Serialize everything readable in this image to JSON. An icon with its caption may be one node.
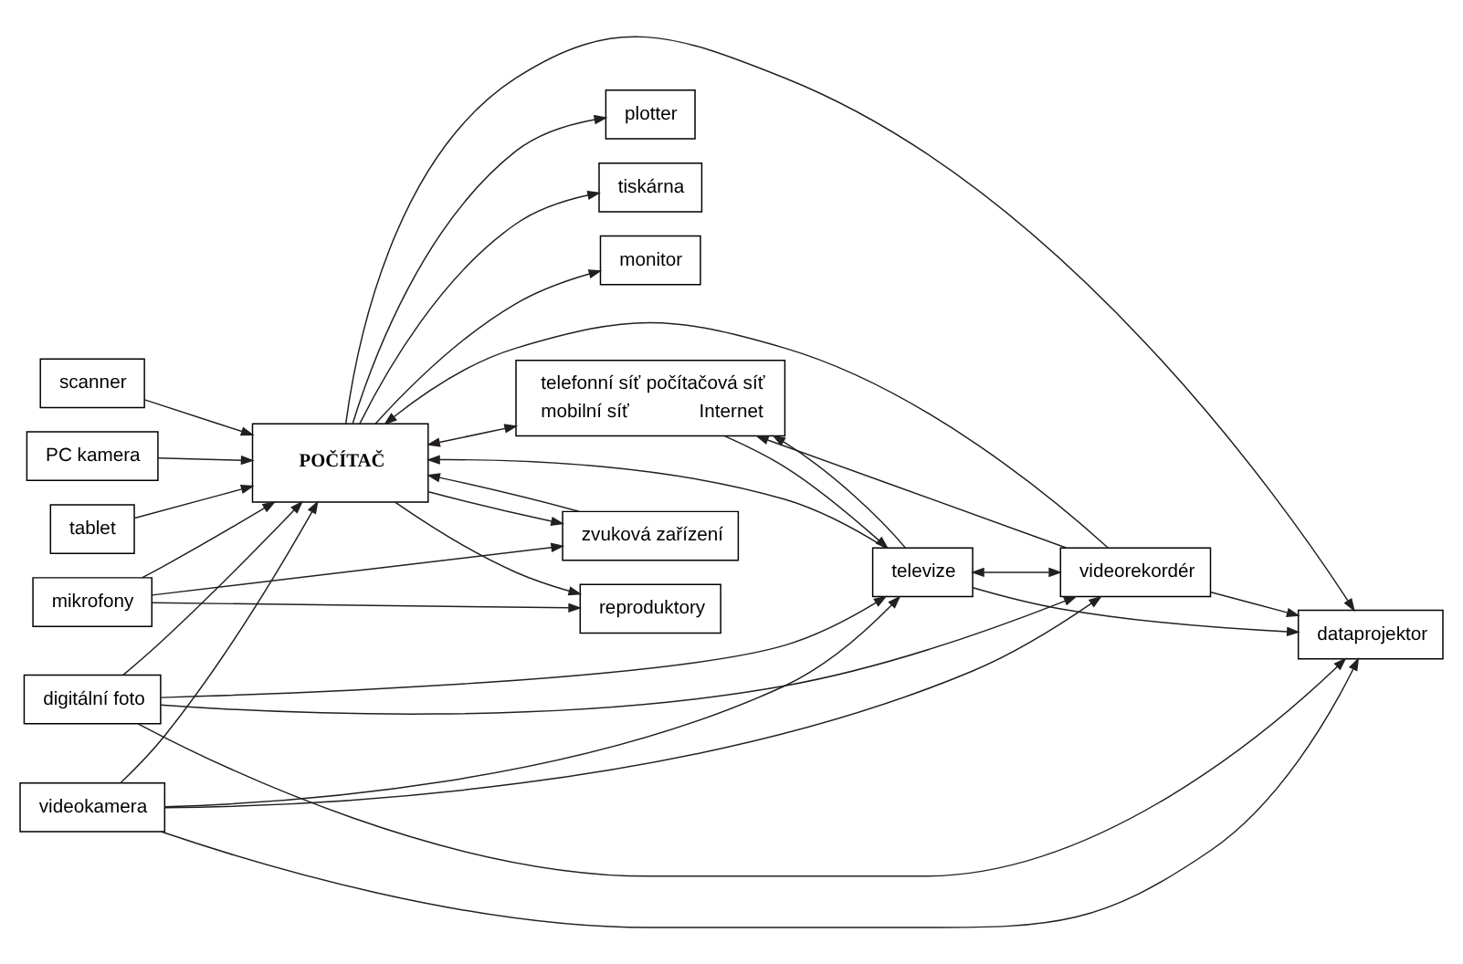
{
  "diagram": {
    "nodes": [
      {
        "text": [
          "plotter"
        ]
      },
      {
        "text": [
          "tiskárna"
        ]
      },
      {
        "text": [
          "monitor"
        ]
      },
      {
        "text": [
          "POČÍTAČ"
        ]
      },
      {
        "text": [
          "scanner"
        ]
      },
      {
        "text": [
          "PC kamera"
        ]
      },
      {
        "text": [
          "tablet"
        ]
      },
      {
        "text": [
          "dataprojektor"
        ]
      },
      {
        "text": [
          "reproduktory"
        ]
      },
      {
        "text": [
          "zvuková zařízení"
        ]
      },
      {
        "text": [
          "mikrofony"
        ]
      },
      {
        "text": [
          "digitální foto"
        ]
      },
      {
        "text": [
          "televize"
        ]
      },
      {
        "text": [
          "videorekordér"
        ]
      },
      {
        "text": [
          "videokamera"
        ]
      },
      {
        "text": [
          "telefonní síť",
          "počítačová síť",
          "mobilní síť",
          "Internet"
        ]
      }
    ],
    "edges": [
      {
        "from": 3,
        "to": 0,
        "arrow": "to"
      },
      {
        "from": 3,
        "to": 1,
        "arrow": "to"
      },
      {
        "from": 3,
        "to": 2,
        "arrow": "to"
      },
      {
        "from": 4,
        "to": 3,
        "arrow": "to"
      },
      {
        "from": 5,
        "to": 3,
        "arrow": "to"
      },
      {
        "from": 6,
        "to": 3,
        "arrow": "to"
      },
      {
        "from": 3,
        "to": 7,
        "arrow": "to"
      },
      {
        "from": 3,
        "to": 8,
        "arrow": "to"
      },
      {
        "from": 3,
        "to": 9,
        "arrow": "to"
      },
      {
        "from": 9,
        "to": 3,
        "arrow": "to"
      },
      {
        "from": 10,
        "to": 3,
        "arrow": "to"
      },
      {
        "from": 11,
        "to": 3,
        "arrow": "to"
      },
      {
        "from": 10,
        "to": 8,
        "arrow": "to"
      },
      {
        "from": 10,
        "to": 9,
        "arrow": "to"
      },
      {
        "from": 12,
        "to": 3,
        "arrow": "to"
      },
      {
        "from": 12,
        "to": 7,
        "arrow": "to"
      },
      {
        "from": 13,
        "to": 3,
        "arrow": "to"
      },
      {
        "from": 13,
        "to": 7,
        "arrow": "to"
      },
      {
        "from": 12,
        "to": 13,
        "arrow": "both"
      },
      {
        "from": 14,
        "to": 3,
        "arrow": "to"
      },
      {
        "from": 14,
        "to": 7,
        "arrow": "to"
      },
      {
        "from": 14,
        "to": 12,
        "arrow": "to"
      },
      {
        "from": 14,
        "to": 13,
        "arrow": "to"
      },
      {
        "from": 11,
        "to": 7,
        "arrow": "to"
      },
      {
        "from": 11,
        "to": 12,
        "arrow": "to"
      },
      {
        "from": 11,
        "to": 13,
        "arrow": "to"
      },
      {
        "from": 12,
        "to": 15,
        "arrow": "to"
      },
      {
        "from": 13,
        "to": 15,
        "arrow": "to"
      },
      {
        "from": 15,
        "to": 12,
        "arrow": "to"
      },
      {
        "from": 3,
        "to": 15,
        "arrow": "both"
      }
    ]
  }
}
